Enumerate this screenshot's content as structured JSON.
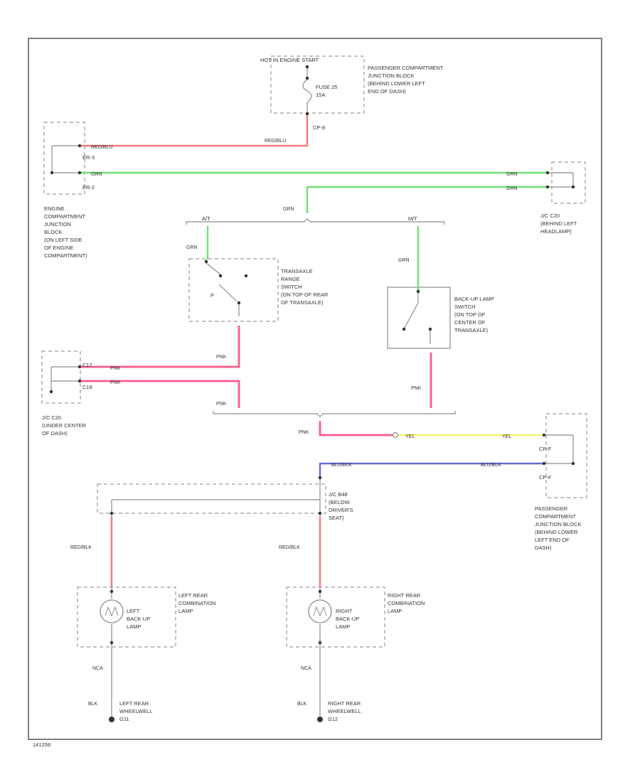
{
  "wire_colors": {
    "red_blu": "#f07a7a",
    "grn": "#6ee26e",
    "pnk": "#ff5a8a",
    "yel": "#f4f46a",
    "blu_blk": "#6a6ad8",
    "red_blk": "#f07a7a",
    "gray": "#8c8c8c"
  },
  "labels": {
    "hot_in": "HOT IN ENGINE START",
    "pcjb_top": [
      "PASSENGER COMPARTMENT",
      "JUNCTION BLOCK",
      "(BEHIND LOWER LEFT",
      "END OF DASH)"
    ],
    "fuse": [
      "FUSE 25",
      "15A"
    ],
    "ecjb": [
      "ENGINE",
      "COMPARTMENT",
      "JUNCTION",
      "BLOCK",
      "(ON LEFT SIDE",
      "OF ENGINE",
      "COMPARTMENT)"
    ],
    "jc_left_headlamp": [
      "J/C C20",
      "(BEHIND LEFT",
      "HEADLAMP)"
    ],
    "trans_range": [
      "TRANSAXLE",
      "RANGE",
      "SWITCH",
      "(ON TOP OF REAR",
      "OF TRANSAXLE)"
    ],
    "backup_sw": [
      "BACK-UP LAMP",
      "SWITCH",
      "(ON TOP OF",
      "CENTER OF",
      "TRANSAXLE)"
    ],
    "jc_dash": [
      "J/C C20",
      "(UNDER CENTER",
      "OF DASH)"
    ],
    "pcjb_bottom": [
      "PASSENGER",
      "COMPARTMENT",
      "JUNCTION BLOCK",
      "(BEHIND LOWER",
      "LEFT END OF",
      "DASH)"
    ],
    "jc_seat": [
      "J/C B48",
      "(BELOW",
      "DRIVER'S",
      "SEAT)"
    ],
    "left_combo": [
      "LEFT REAR",
      "COMBINATION",
      "LAMP"
    ],
    "right_combo": [
      "RIGHT REAR",
      "COMBINATION",
      "LAMP"
    ],
    "left_bulb": [
      "LEFT",
      "BACK-UP",
      "LAMP"
    ],
    "right_bulb": [
      "RIGHT",
      "BACK-UP",
      "LAMP"
    ],
    "left_ground": [
      "LEFT REAR",
      "WHEELWELL",
      "G11"
    ],
    "right_ground": [
      "RIGHT REAR",
      "WHEELWELL",
      "G12"
    ],
    "at": "A/T",
    "mt": "M/T",
    "p_letter": "P",
    "er3": "ER-3",
    "er2": "ER-2",
    "c17": "C17",
    "c18": "C18",
    "cp8": "CP-8",
    "cpf_a": "CP-F",
    "cpf_b": "CP-F",
    "red_blu": "RED/BLU",
    "grn": "GRN",
    "pnk": "PNK",
    "yel": "YEL",
    "blu_blk": "BLU/BLK",
    "red_blk": "RED/BLK",
    "nca": "NCA",
    "blk": "BLK",
    "figure_id": "141258"
  }
}
